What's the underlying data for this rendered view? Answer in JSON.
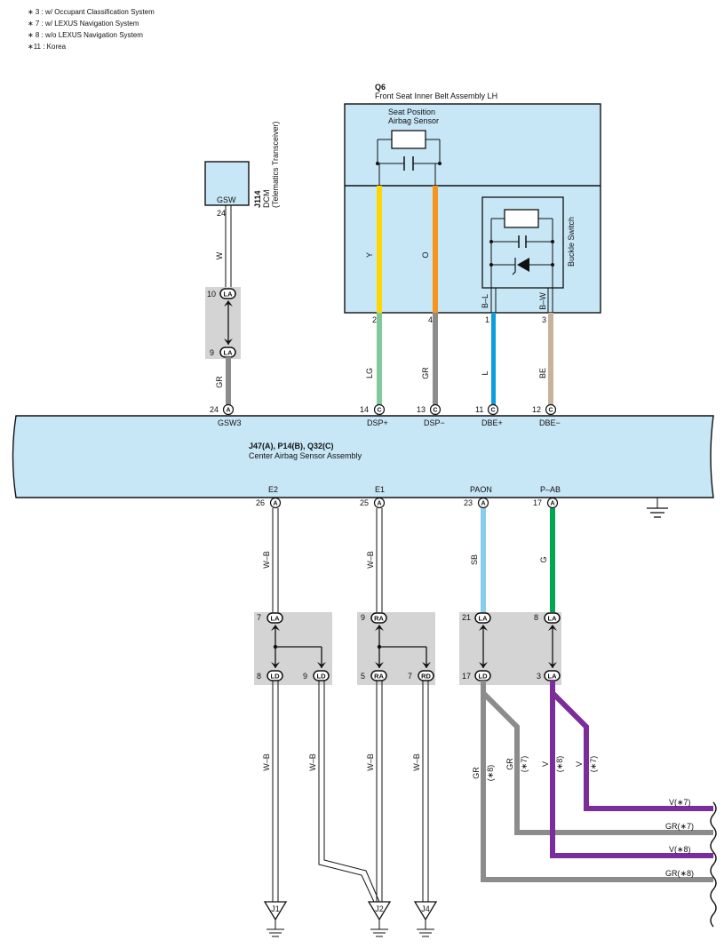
{
  "notes": [
    "∗ 3 : w/ Occupant Classification System",
    "∗ 7 : w/ LEXUS Navigation System",
    "∗ 8 : w/o LEXUS Navigation System",
    "∗11 : Korea"
  ],
  "q6": {
    "code": "Q6",
    "name": "Front Seat Inner Belt Assembly LH",
    "sensor": [
      "Seat Position",
      "Airbag Sensor"
    ],
    "switch": "Buckle Switch",
    "pins": [
      "2",
      "4",
      "1",
      "3"
    ],
    "wires_top": [
      "Y",
      "O",
      "B–L",
      "B–W"
    ]
  },
  "j114": {
    "code": "J114",
    "name": "DCM",
    "sub": "(Telematics Transceiver)",
    "terminal": "GSW",
    "pin": "24",
    "wire": "W",
    "conn_top": {
      "pin": "10",
      "code": "LA"
    },
    "conn_bot": {
      "pin": "9",
      "code": "LA"
    },
    "wire_bottom": "GR"
  },
  "main": {
    "codes": "J47(A), P14(B), Q32(C)",
    "name": "Center Airbag Sensor Assembly",
    "top_pins": [
      {
        "pin": "24",
        "conn": "A",
        "signal": "GSW3",
        "wire": "GR"
      },
      {
        "pin": "14",
        "conn": "C",
        "signal": "DSP+",
        "wire": "LG"
      },
      {
        "pin": "13",
        "conn": "C",
        "signal": "DSP−",
        "wire": "GR"
      },
      {
        "pin": "11",
        "conn": "C",
        "signal": "DBE+",
        "wire": "L"
      },
      {
        "pin": "12",
        "conn": "C",
        "signal": "DBE−",
        "wire": "BE"
      }
    ],
    "bottom_pins": [
      {
        "pin": "26",
        "conn": "A",
        "signal": "E2",
        "wire": "W–B"
      },
      {
        "pin": "25",
        "conn": "A",
        "signal": "E1",
        "wire": "W–B"
      },
      {
        "pin": "23",
        "conn": "A",
        "signal": "PAON",
        "wire": "SB"
      },
      {
        "pin": "17",
        "conn": "A",
        "signal": "P–AB",
        "wire": "G"
      }
    ]
  },
  "junctions": {
    "jb1": {
      "top": {
        "pin": "7",
        "code": "LA"
      },
      "bl": {
        "pin": "8",
        "code": "LD"
      },
      "br": {
        "pin": "9",
        "code": "LD"
      }
    },
    "jb2": {
      "top": {
        "pin": "9",
        "code": "RA"
      },
      "bl": {
        "pin": "5",
        "code": "RA"
      },
      "br": {
        "pin": "7",
        "code": "RD"
      }
    },
    "jb3": {
      "tl": {
        "pin": "21",
        "code": "LA"
      },
      "tr": {
        "pin": "8",
        "code": "LA"
      },
      "bl": {
        "pin": "17",
        "code": "LD"
      },
      "br": {
        "pin": "3",
        "code": "LA"
      }
    }
  },
  "lower_wires": [
    "W–B",
    "W–B",
    "W–B",
    "W–B",
    "GR",
    "(∗8)",
    "GR",
    "(∗7)",
    "V",
    "(∗8)",
    "V",
    "(∗7)"
  ],
  "grounds": [
    "J1",
    "J2",
    "J4"
  ],
  "outputs": [
    "V(∗7)",
    "GR(∗7)",
    "V(∗8)",
    "GR(∗8)"
  ],
  "colors": {
    "box_fill": "#c7e6f6",
    "junction_fill": "#d4d4d4",
    "yellow": "#ffd700",
    "orange": "#f7941d",
    "green_light": "#7fc99a",
    "gray": "#8c8c8c",
    "blue": "#0a9ee0",
    "beige": "#c9b29b",
    "sky": "#87cdee",
    "green": "#00a651",
    "violet": "#7b2d9c"
  }
}
